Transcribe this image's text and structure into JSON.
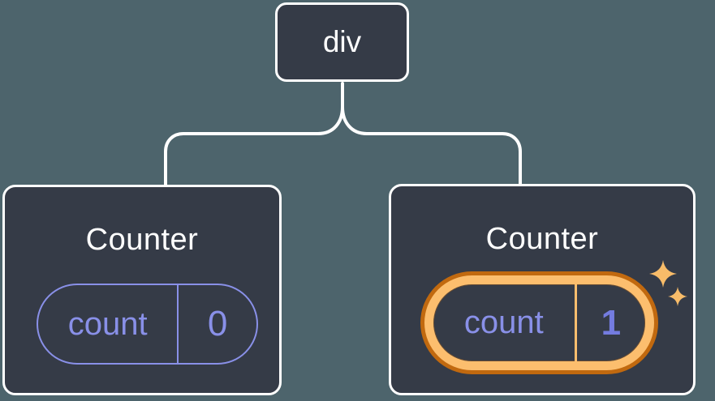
{
  "diagram": {
    "type": "react-component-tree",
    "root": {
      "label": "div"
    },
    "children": [
      {
        "title": "Counter",
        "state": {
          "key": "count",
          "value": "0"
        },
        "highlighted": false
      },
      {
        "title": "Counter",
        "state": {
          "key": "count",
          "value": "1"
        },
        "highlighted": true
      }
    ],
    "colors": {
      "background": "#4d646c",
      "node_fill": "#353b47",
      "node_border": "#ffffff",
      "state_accent": "#8990e8",
      "state_value_highlight": "#747ce0",
      "highlight_band": "#fcbe6e",
      "highlight_ring": "#c1690f",
      "sparkle": "#f8bc69"
    }
  }
}
